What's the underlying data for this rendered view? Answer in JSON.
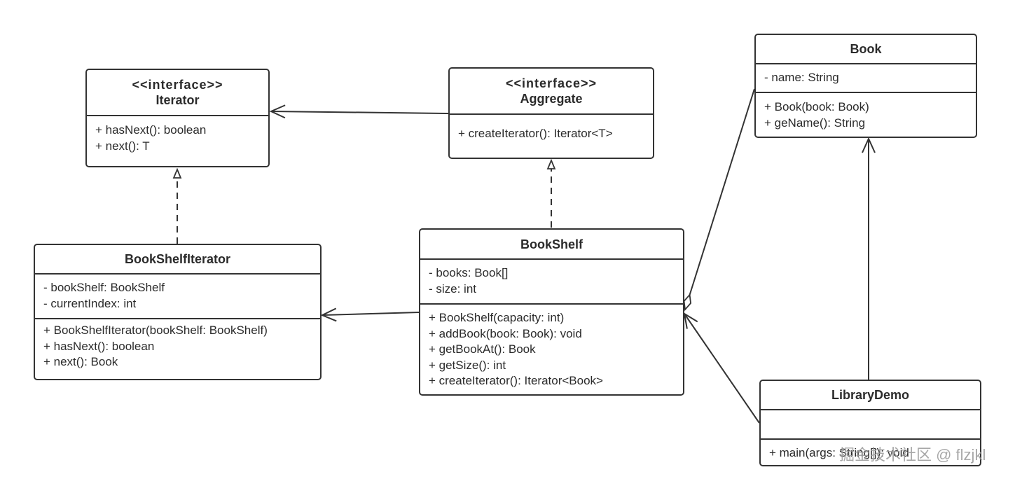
{
  "classes": {
    "iterator": {
      "stereotype": "<<interface>>",
      "name": "Iterator",
      "methods": [
        "+ hasNext(): boolean",
        "+ next(): T"
      ]
    },
    "aggregate": {
      "stereotype": "<<interface>>",
      "name": "Aggregate",
      "methods": [
        "+ createIterator(): Iterator<T>"
      ]
    },
    "book": {
      "name": "Book",
      "attributes": [
        "- name: String"
      ],
      "methods": [
        "+ Book(book: Book)",
        "+ geName(): String"
      ]
    },
    "bookshelf_iterator": {
      "name": "BookShelfIterator",
      "attributes": [
        "- bookShelf: BookShelf",
        "- currentIndex: int"
      ],
      "methods": [
        "+ BookShelfIterator(bookShelf: BookShelf)",
        "+ hasNext(): boolean",
        "+ next(): Book"
      ]
    },
    "bookshelf": {
      "name": "BookShelf",
      "attributes": [
        "- books: Book[]",
        "- size: int"
      ],
      "methods": [
        "+ BookShelf(capacity: int)",
        "+ addBook(book: Book): void",
        "+ getBookAt(): Book",
        "+ getSize(): int",
        "+ createIterator(): Iterator<Book>"
      ]
    },
    "library_demo": {
      "name": "LibraryDemo",
      "attributes": [],
      "methods": [
        "+ main(args: String[]): void"
      ]
    }
  },
  "relationships": [
    {
      "from": "Aggregate",
      "to": "Iterator",
      "type": "association"
    },
    {
      "from": "BookShelfIterator",
      "to": "Iterator",
      "type": "realization"
    },
    {
      "from": "BookShelf",
      "to": "Aggregate",
      "type": "realization"
    },
    {
      "from": "BookShelf",
      "to": "BookShelfIterator",
      "type": "association"
    },
    {
      "from": "BookShelf",
      "to": "Book",
      "type": "aggregation"
    },
    {
      "from": "LibraryDemo",
      "to": "Book",
      "type": "association"
    },
    {
      "from": "LibraryDemo",
      "to": "BookShelf",
      "type": "association"
    }
  ],
  "watermark": "掘金技术社区 @ flzjkl",
  "colors": {
    "line": "#333333",
    "text": "#2b2b2b",
    "watermark": "#9a9a9a"
  }
}
